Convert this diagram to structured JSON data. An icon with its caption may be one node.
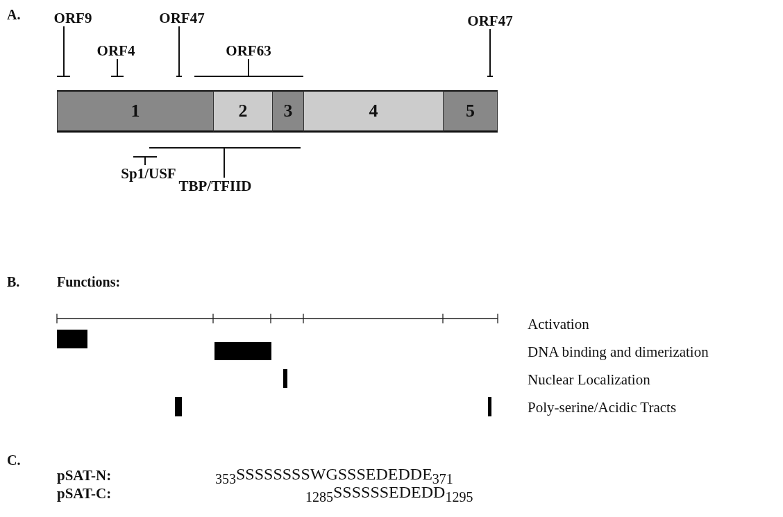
{
  "diagram": {
    "nodes": [
      {
        "text": [
          "ORF9"
        ]
      },
      {
        "text": [
          "ORF4"
        ]
      },
      {
        "text": [
          "ORF47"
        ]
      },
      {
        "text": [
          "ORF63"
        ]
      },
      {
        "text": [
          "ORF47"
        ]
      },
      {
        "text": [
          "1"
        ]
      },
      {
        "text": [
          "2"
        ]
      },
      {
        "text": [
          "3"
        ]
      },
      {
        "text": [
          "4"
        ]
      },
      {
        "text": [
          "5"
        ]
      },
      {
        "text": [
          "Sp1/USF"
        ]
      },
      {
        "text": [
          "TBP/TFIID"
        ]
      }
    ],
    "edges": [
      {
        "from": 0,
        "to": 5,
        "arrow": "other"
      },
      {
        "from": 1,
        "to": 5,
        "arrow": "other"
      },
      {
        "from": 2,
        "to": 5,
        "arrow": "other"
      },
      {
        "from": 3,
        "to": 6,
        "arrow": "other"
      },
      {
        "from": 4,
        "to": 9,
        "arrow": "other"
      },
      {
        "from": 10,
        "to": null,
        "arrow": "other"
      },
      {
        "from": 11,
        "to": 6,
        "arrow": "other"
      }
    ],
    "labels": [
      "A.",
      "B.",
      "Functions:",
      "Activation",
      "DNA binding and dimerization",
      "Nuclear Localization",
      "Poly-serine/Acidic Tracts",
      "C.",
      "pSAT-N:",
      "$_{353}$SSSSSSSSWGSSSEDEDDE$_{371}$",
      "pSAT-C:",
      "$_{1285}$SSSSSSEDEDD$_{1295}$"
    ]
  }
}
